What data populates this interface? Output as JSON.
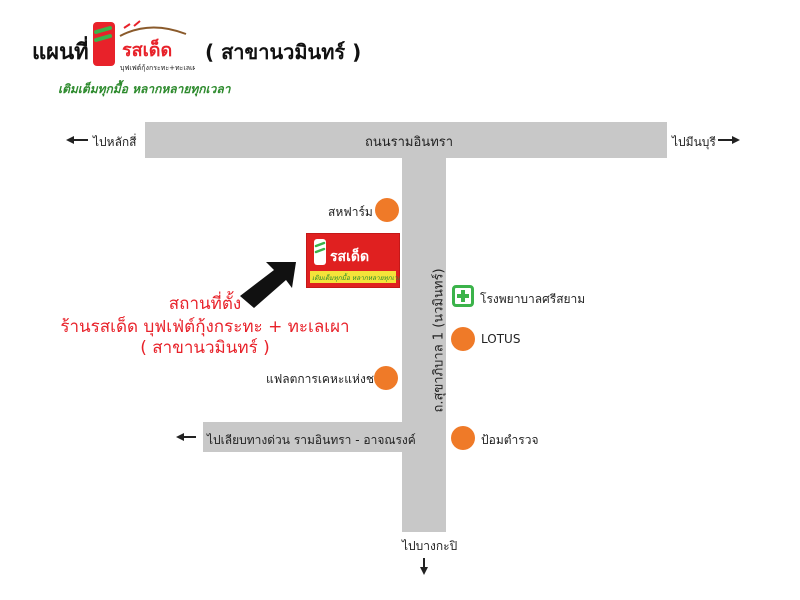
{
  "header": {
    "title": "แผนที่",
    "branch": "( สาขานวมินทร์ )",
    "tagline": "เติมเต็มทุกมื้อ หลากหลายทุกเวลา",
    "logo_text": "รสเด็ด",
    "logo_subtext": "บุฟเฟต์กุ้งกระทะ+ทะเลเผา"
  },
  "roads": {
    "main_road": "ถนนรามอินทรา",
    "side_road": "ถ.สุขาภิบาล 1 (นวมินทร์)",
    "expressway": "ไปเลียบทางด่วน รามอินทรา - อาจณรงค์"
  },
  "directions": {
    "west": "ไปหลักสี่",
    "east": "ไปมีนบุรี",
    "south": "ไปบางกะปิ"
  },
  "pois": {
    "sahafarm": "สหฟาร์ม",
    "hospital": "โรงพยาบาลศรีสยาม",
    "lotus": "LOTUS",
    "flats": "แฟลตการเคหะแห่งชาติ",
    "police": "ป้อมตำรวจ"
  },
  "location": {
    "line1": "สถานที่ตั้ง",
    "line2": "ร้านรสเด็ด บุฟเฟ่ต์กุ้งกระทะ + ทะเลเผา",
    "line3": "( สาขานวมินทร์ )"
  },
  "store_sign": {
    "name": "รสเด็ด",
    "tagline": "เติมเต็มทุกมื้อ หลากหลายทุกเวลา"
  },
  "colors": {
    "road": "#c8c8c8",
    "poi_dot": "#ef7a28",
    "hospital": "#3bb34a",
    "location_text": "#e8222a",
    "store_sign": "#e02020"
  }
}
